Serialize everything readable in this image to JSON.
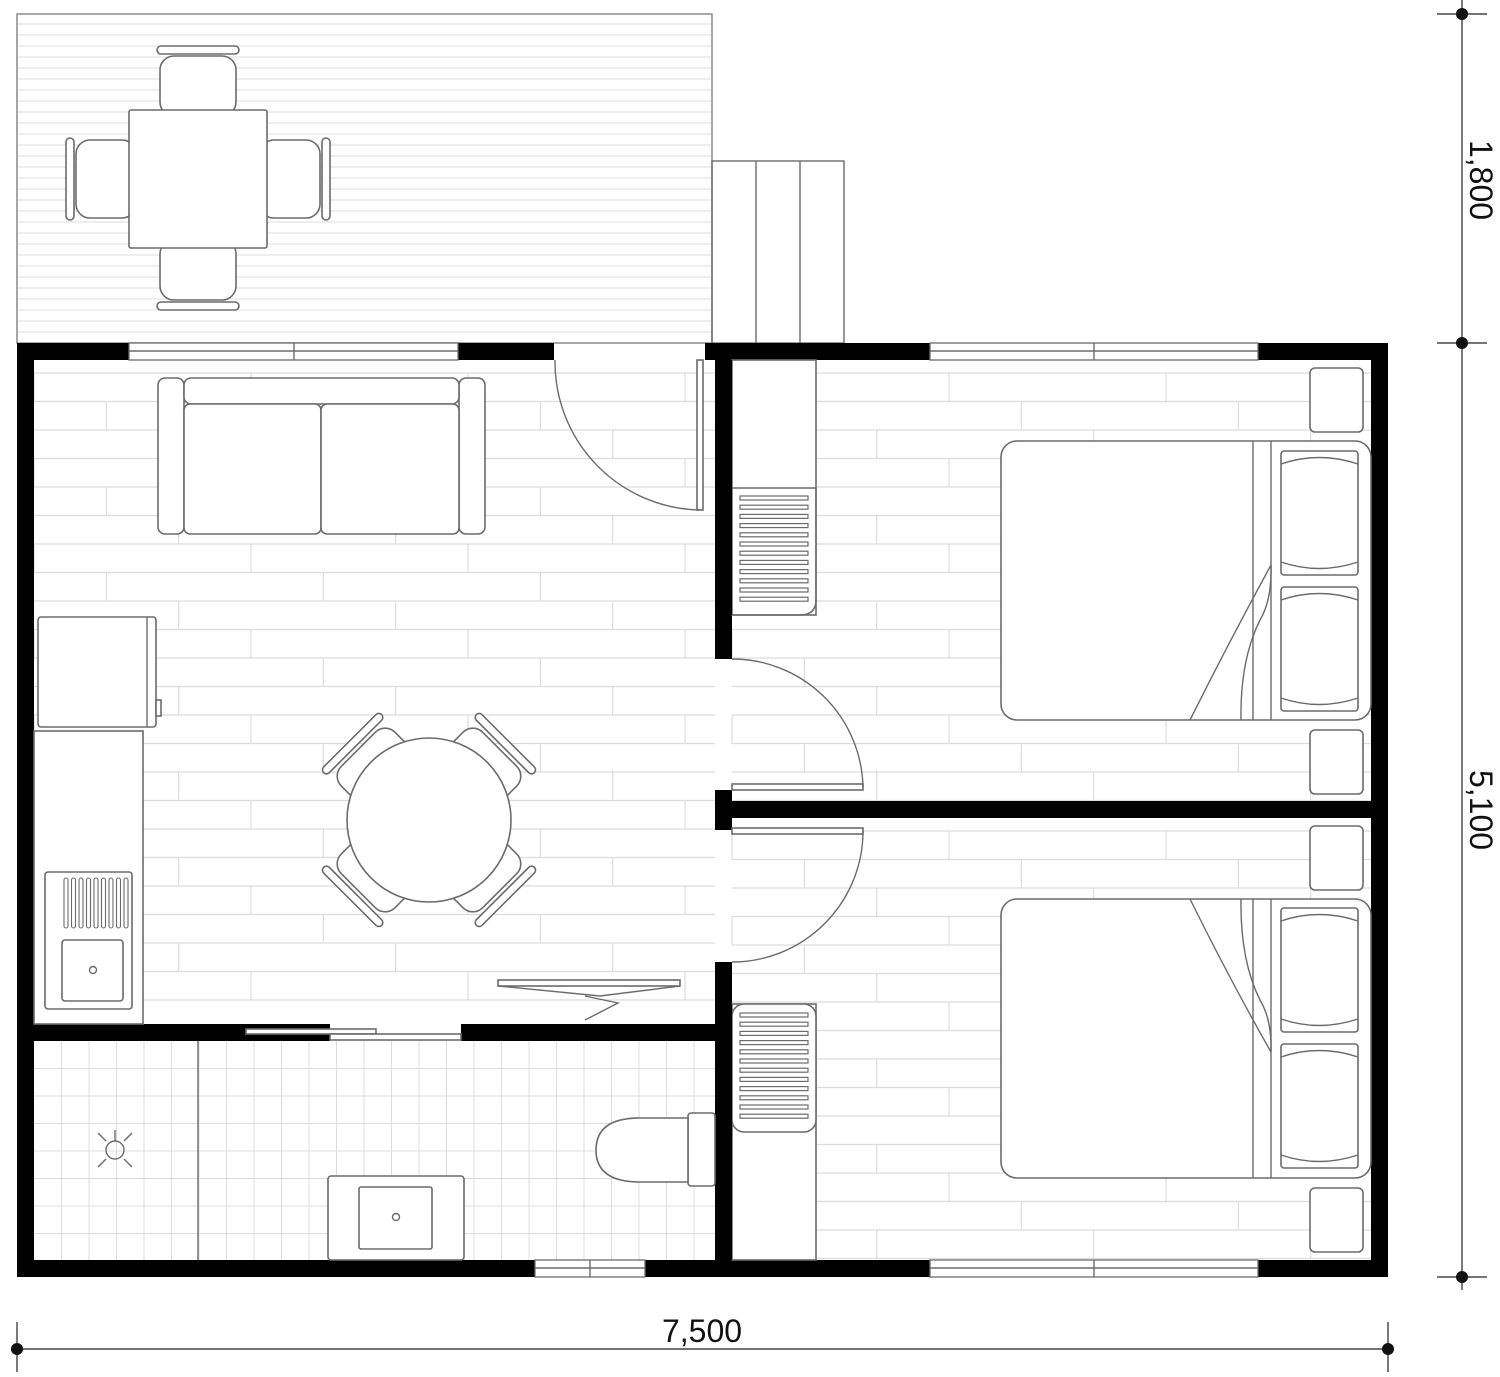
{
  "plan": {
    "dimensions": {
      "width": "7,500",
      "height_deck": "1,800",
      "height_house": "5,100"
    },
    "colors": {
      "wall": "#000000",
      "line": "#6b6b6b",
      "floor": "#dcdcdc",
      "background": "#ffffff"
    }
  }
}
